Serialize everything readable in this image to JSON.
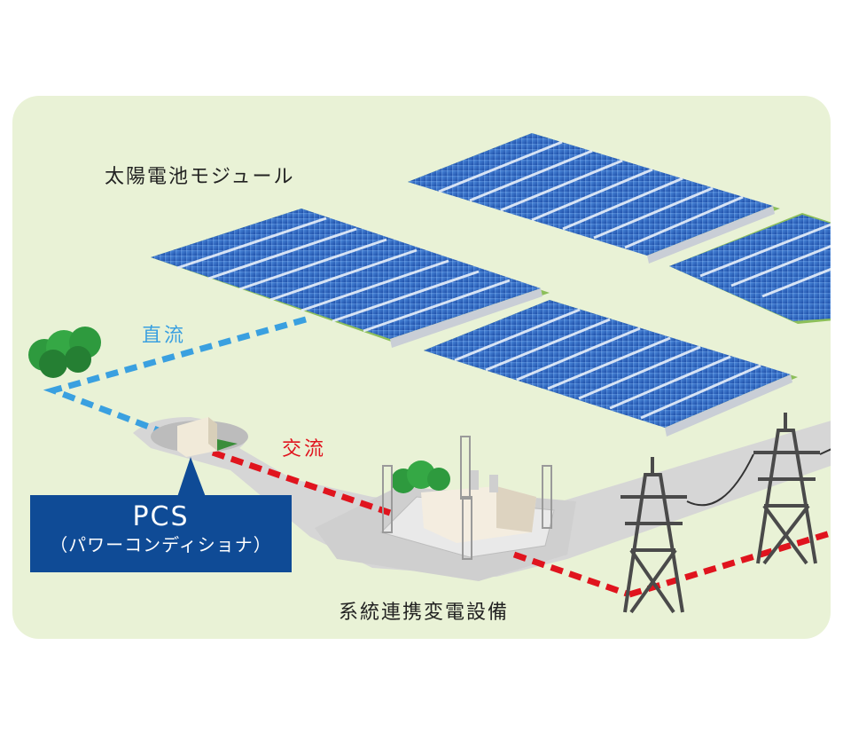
{
  "labels": {
    "modules": "太陽電池モジュール",
    "dc": "直流",
    "ac": "交流",
    "pcs": "PCS",
    "pcs_sub": "（パワーコンディショナ）",
    "substation": "系統連携変電設備"
  },
  "colors": {
    "dc_line": "#3aa0e0",
    "ac_line": "#e0141e",
    "pcs_box": "#0f4b96",
    "ground": "#e9f2d6",
    "road": "#d6d6d6",
    "panel": "#2d66c4",
    "grass": "#7fb24a"
  },
  "icons": [
    "solar-panel-icon",
    "transmission-tower-icon",
    "tree-icon",
    "substation-icon",
    "pcs-unit-icon"
  ]
}
